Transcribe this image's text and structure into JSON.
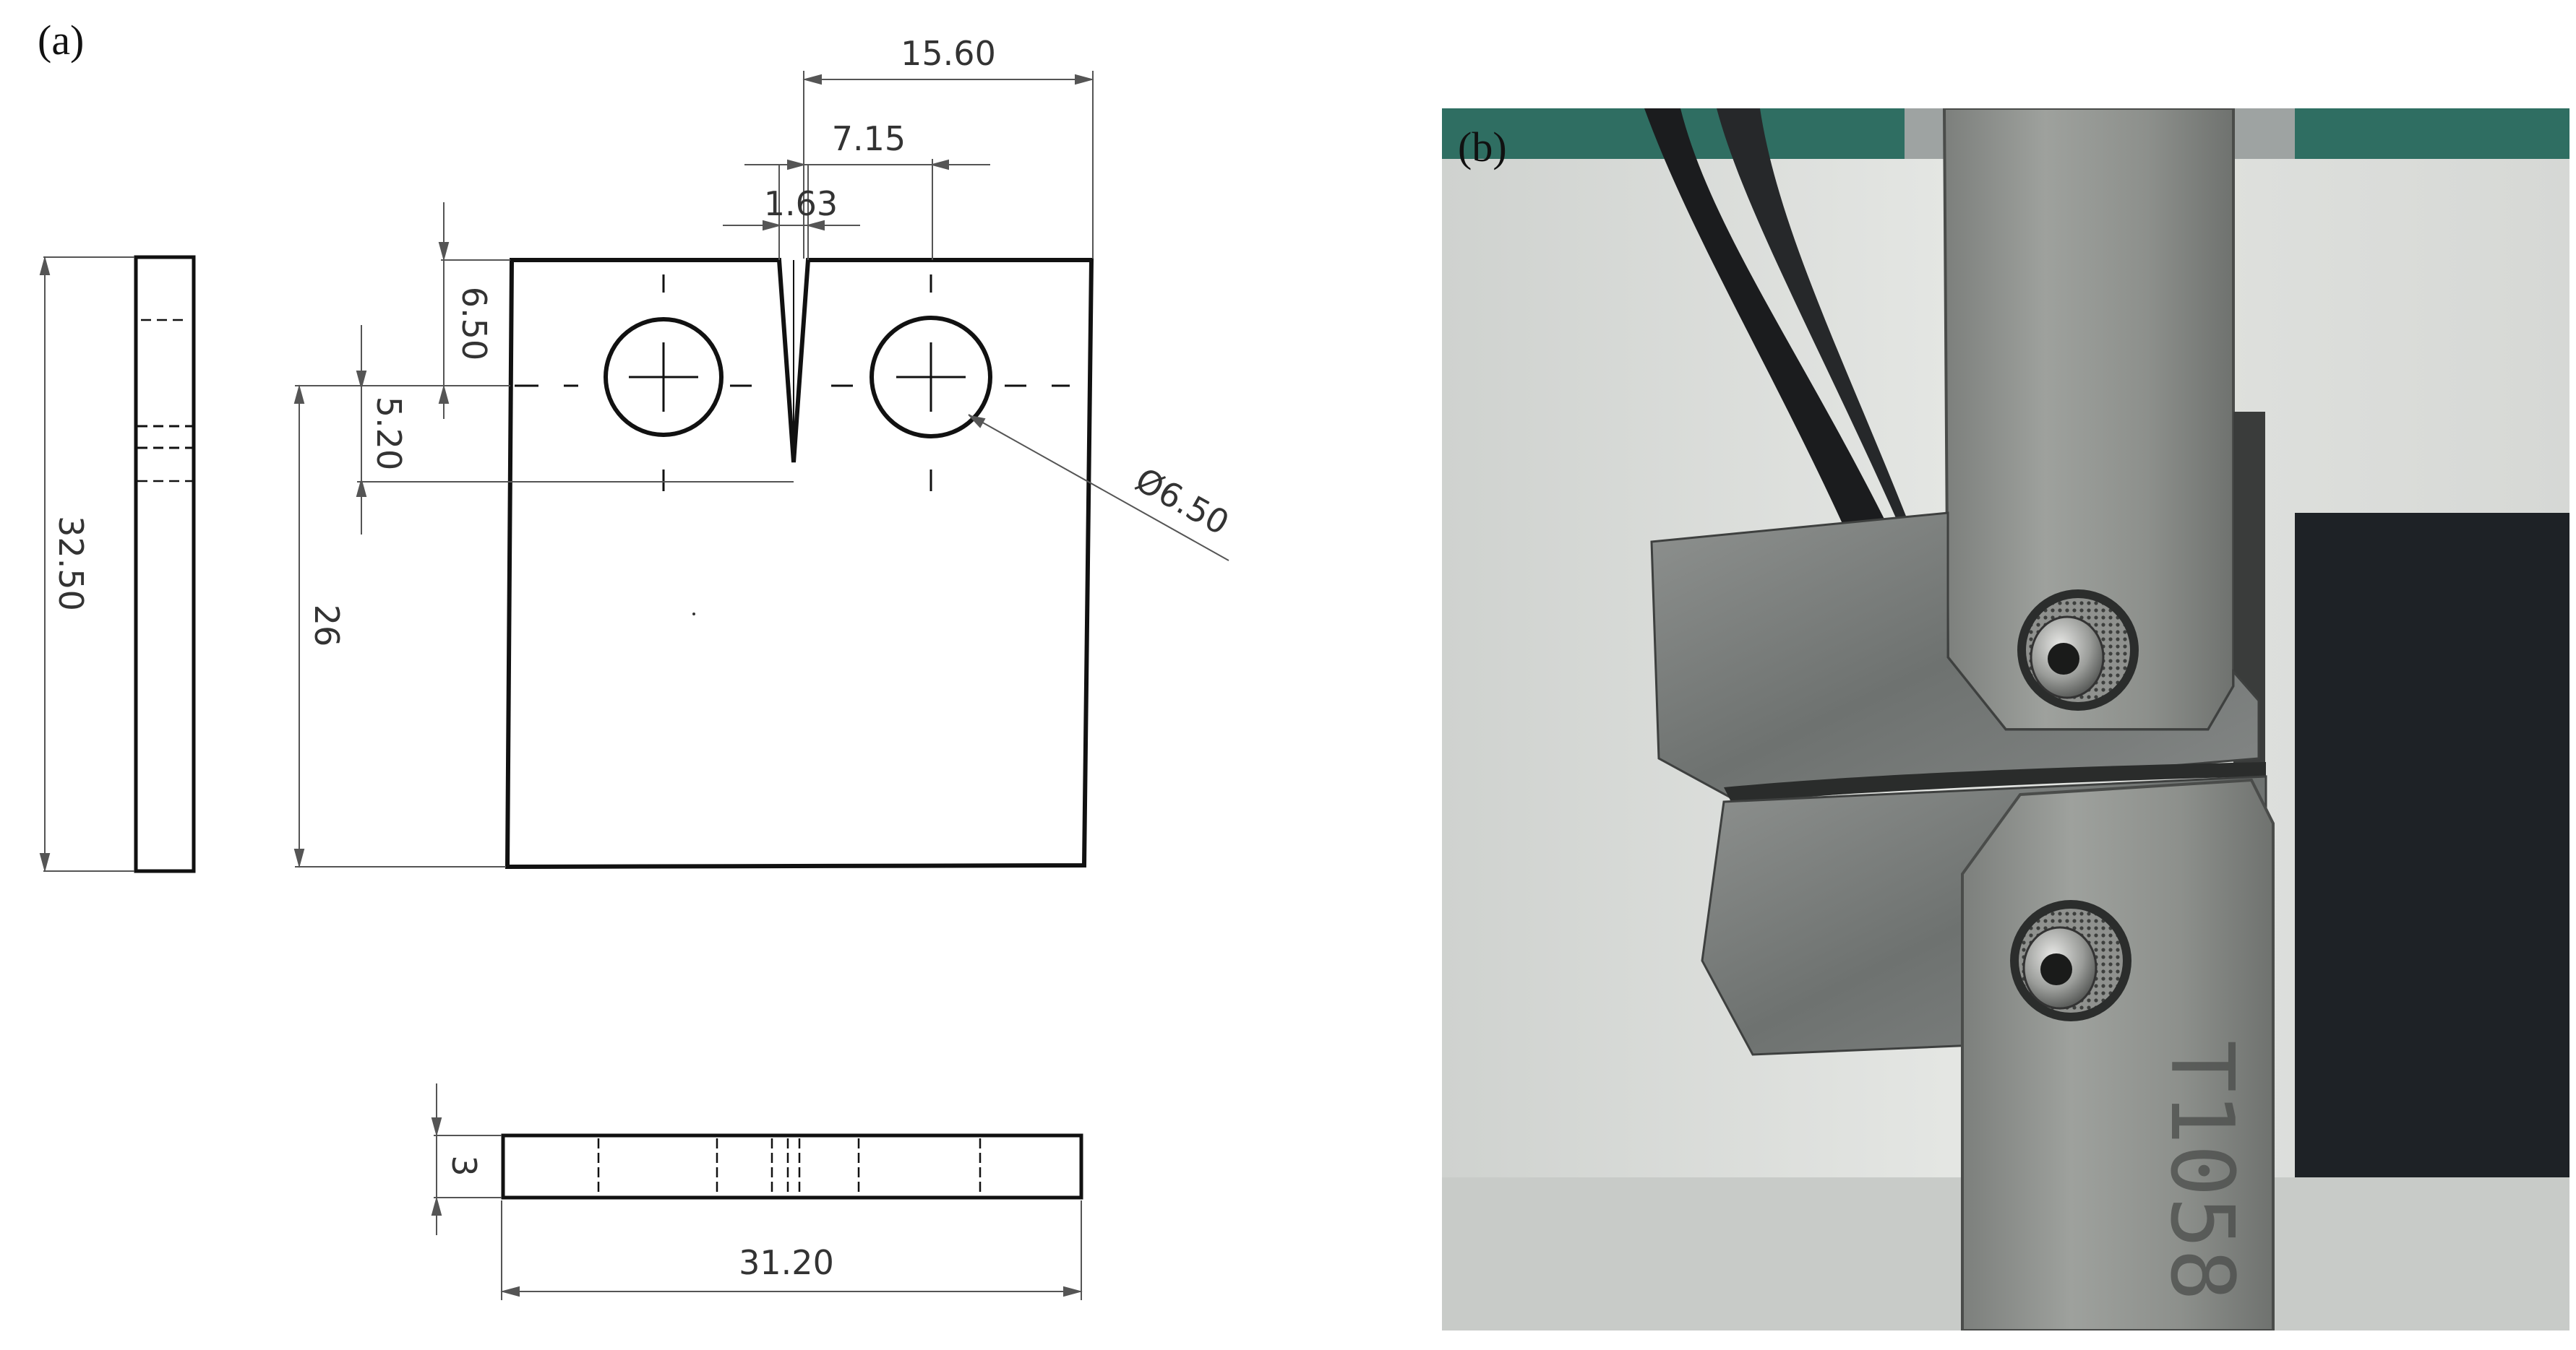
{
  "panels": {
    "a": {
      "label": "(a)"
    },
    "b": {
      "label": "(b)"
    }
  },
  "dimensions": {
    "width_top": "15.60",
    "hole_offset": "7.15",
    "notch_width": "1.63",
    "top_to_hole": "6.50",
    "hole_to_notch": "5.20",
    "hole_diameter": "Ø6.50",
    "height_side": "32.50",
    "height_front": "26",
    "thickness": "3",
    "width_bottom": "31.20"
  },
  "photo": {
    "grip_marking": "T1058"
  },
  "colors": {
    "line": "#111111",
    "dim_line": "#555555",
    "metal": "#8a8c8a",
    "background_dark": "#1e2226",
    "teal": "#2f6e62"
  }
}
